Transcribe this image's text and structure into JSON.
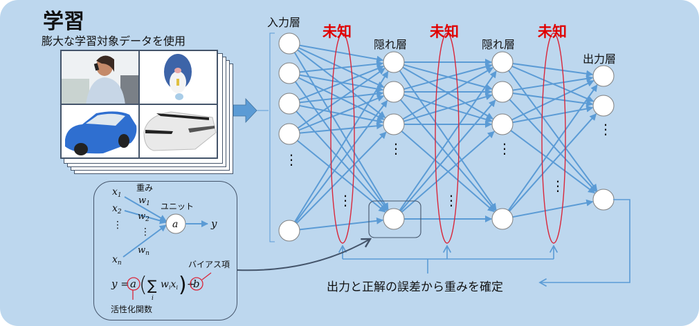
{
  "learning": {
    "title": "学習",
    "subtitle": "膨大な学習対象データを使用",
    "images": [
      {
        "label": "woman-on-phone"
      },
      {
        "label": "mascot-character"
      },
      {
        "label": "blue-car"
      },
      {
        "label": "bullet-train"
      }
    ]
  },
  "unit_diagram": {
    "inputs": [
      "x1",
      "x2",
      "⋮",
      "xn"
    ],
    "weights_label": "重み",
    "weights": [
      "w1",
      "w2",
      "⋮",
      "wn"
    ],
    "unit_label": "ユニット",
    "unit_symbol": "a",
    "output": "y",
    "bias_label": "バイアス項",
    "activation_label": "活性化関数",
    "formula": {
      "lhs": "y =",
      "activation": "a",
      "sum": "∑",
      "sum_index": "i",
      "term": "wixi",
      "plus": "+",
      "bias": "b"
    }
  },
  "network": {
    "layers": [
      {
        "label": "入力層",
        "node_count_shown": 5
      },
      {
        "label": "隠れ層",
        "node_count_shown": 4
      },
      {
        "label": "隠れ層",
        "node_count_shown": 4
      },
      {
        "label": "出力層",
        "node_count_shown": 3
      }
    ],
    "unknown_label": "未知",
    "unknown_count": 3,
    "ellipsis": "⋮",
    "feedback_label": "出力と正解の誤差から重みを確定"
  },
  "colors": {
    "background": "#bdd7ee",
    "connection": "#5b9bd5",
    "unknown_red": "#e00000",
    "ellipse_red": "#d9263a",
    "node_fill": "#ffffff",
    "node_stroke": "#7f7f7f",
    "dark_line": "#44546a"
  }
}
